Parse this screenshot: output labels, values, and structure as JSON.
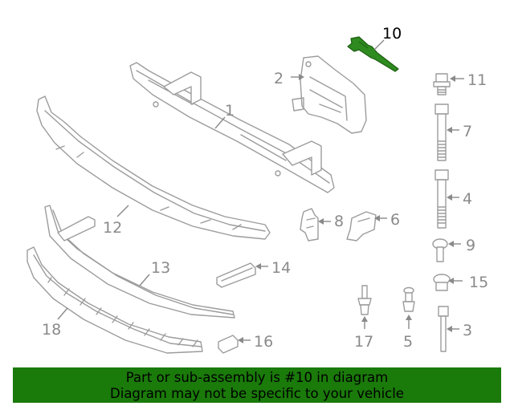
{
  "diagram": {
    "highlighted_part": "10",
    "callouts": {
      "p1": "1",
      "p2": "2",
      "p3": "3",
      "p4": "4",
      "p5": "5",
      "p6": "6",
      "p7": "7",
      "p8": "8",
      "p9": "9",
      "p10": "10",
      "p11": "11",
      "p12": "12",
      "p13": "13",
      "p14": "14",
      "p15": "15",
      "p16": "16",
      "p17": "17",
      "p18": "18"
    },
    "colors": {
      "highlight": "#2e8b1f",
      "banner": "#1a7a0a",
      "parts": "#9c9c9c"
    }
  },
  "banner": {
    "line1": "Part or sub-assembly is #10 in diagram",
    "line2": "Diagram may not be specific to your vehicle"
  }
}
